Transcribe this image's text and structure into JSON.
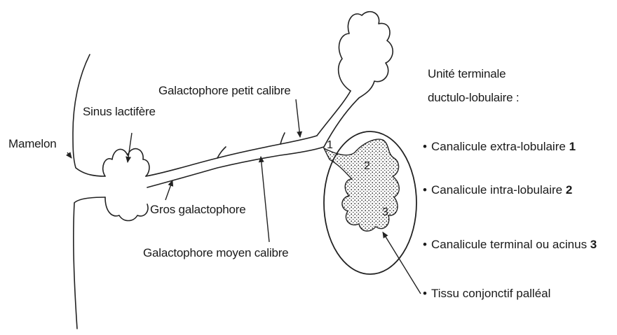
{
  "labels": {
    "mamelon": "Mamelon",
    "sinus": "Sinus lactifère",
    "petit_calibre": "Galactophore petit calibre",
    "gros": "Gros galactophore",
    "moyen_calibre": "Galactophore moyen calibre",
    "unite_line1": "Unité terminale",
    "unite_line2": "ductulo-lobulaire :",
    "tissu": "Tissu conjonctif palléal"
  },
  "markers": [
    "1",
    "2",
    "3"
  ],
  "legend": [
    {
      "bullet": "•",
      "text": "Canalicule extra-lobulaire",
      "num": "1"
    },
    {
      "bullet": "•",
      "text": "Canalicule intra-lobulaire",
      "num": "2"
    },
    {
      "bullet": "•",
      "text": "Canalicule terminal ou acinus",
      "num": "3"
    }
  ]
}
